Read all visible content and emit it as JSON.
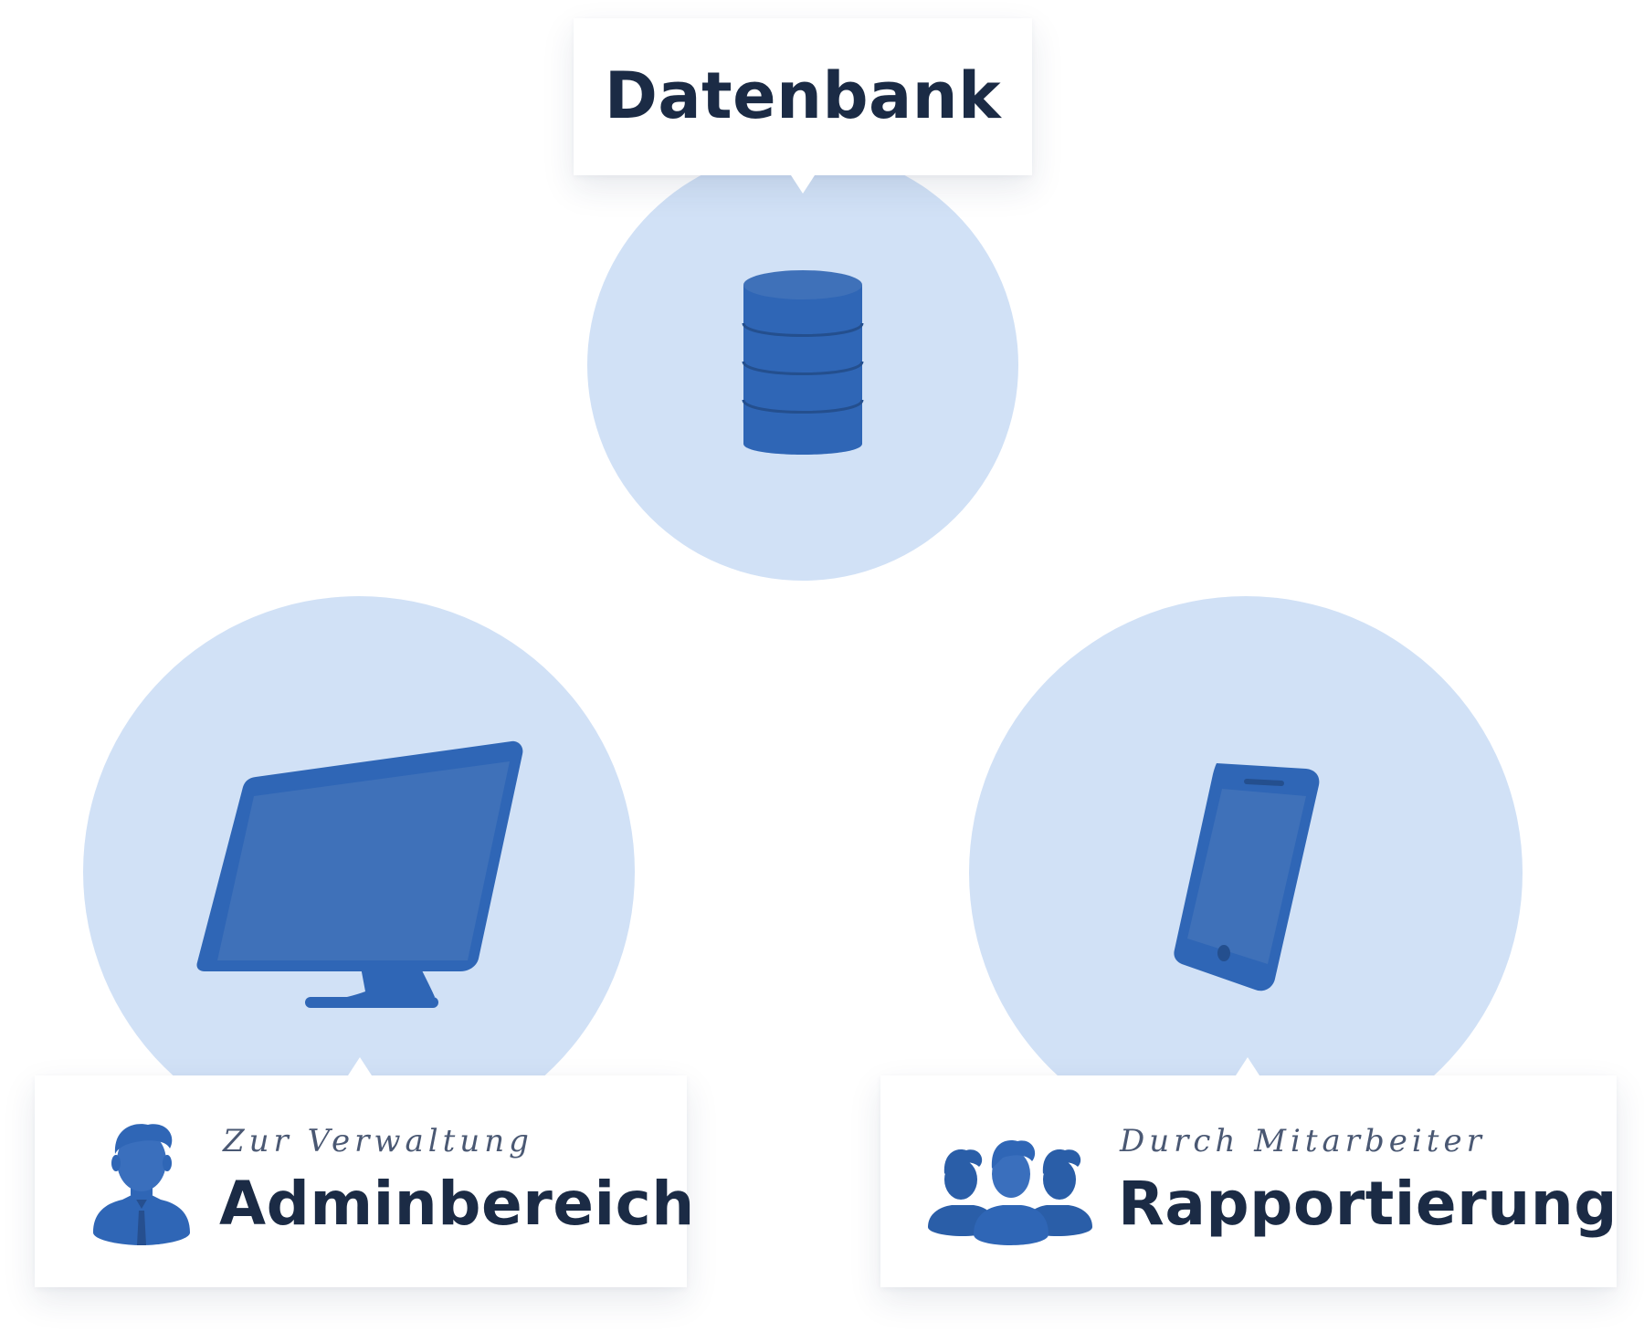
{
  "database_node": {
    "title": "Datenbank",
    "icon": "database-icon"
  },
  "admin_node": {
    "subtitle": "Zur Verwaltung",
    "title": "Adminbereich",
    "icon": "monitor-icon",
    "badge_icon": "admin-person-icon"
  },
  "reporting_node": {
    "subtitle": "Durch Mitarbeiter",
    "title": "Rapportierung",
    "icon": "smartphone-icon",
    "badge_icon": "team-people-icon"
  },
  "colors": {
    "circle_fill": "#d1e1f6",
    "icon_blue": "#2f66b6",
    "icon_light": "#3f71b9",
    "icon_dark": "#264f8f",
    "text_dark": "#1b2b45",
    "text_muted": "#4a5873"
  }
}
